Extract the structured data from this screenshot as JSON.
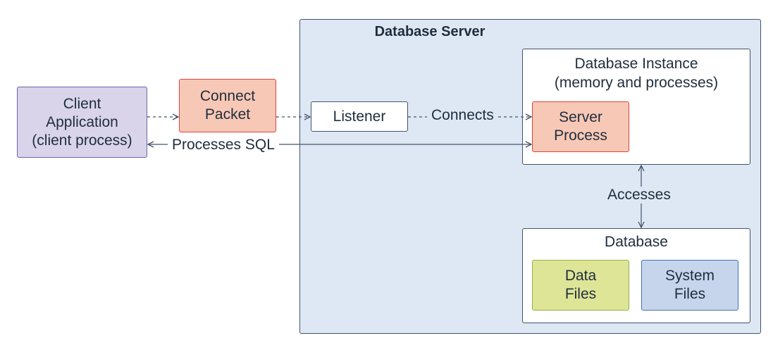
{
  "server": {
    "title": "Database Server"
  },
  "instance": {
    "title_line1": "Database Instance",
    "title_line2": "(memory and processes)"
  },
  "database": {
    "title": "Database"
  },
  "nodes": {
    "client": {
      "line1": "Client",
      "line2": "Application",
      "line3": "(client process)"
    },
    "packet": {
      "line1": "Connect",
      "line2": "Packet"
    },
    "listener": {
      "label": "Listener"
    },
    "process": {
      "line1": "Server",
      "line2": "Process"
    },
    "datafiles": {
      "line1": "Data",
      "line2": "Files"
    },
    "sysfiles": {
      "line1": "System",
      "line2": "Files"
    }
  },
  "edges": {
    "connects": "Connects",
    "processes_sql": "Processes SQL",
    "accesses": "Accesses"
  },
  "colors": {
    "server_fill": "#dde8f4",
    "client_fill": "#d9d4ea",
    "process_fill": "#f7c8b6",
    "datafiles_fill": "#dfe597",
    "sysfiles_fill": "#c7d5ec",
    "line": "#43536b"
  }
}
